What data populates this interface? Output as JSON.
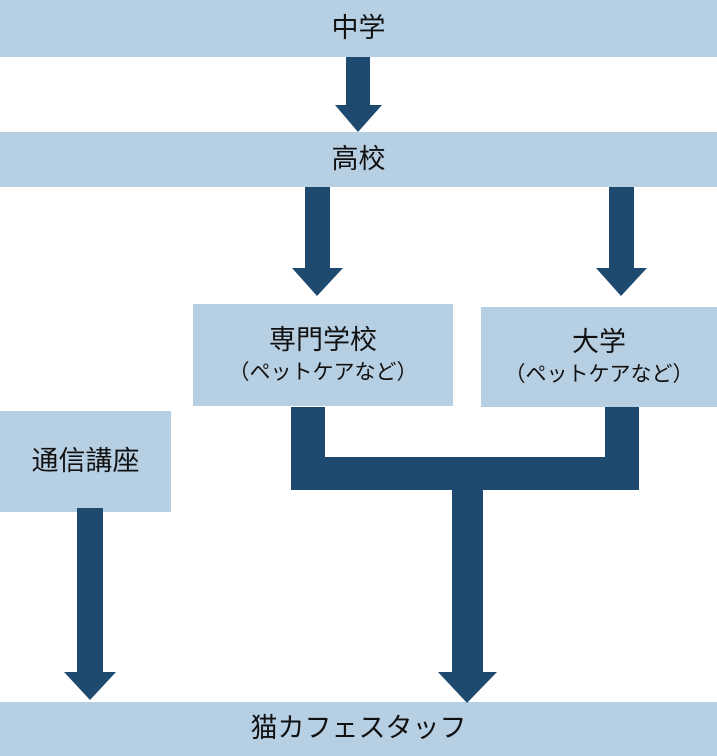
{
  "nodes": {
    "junior_high": "中学",
    "high_school": "高校",
    "vocational": {
      "title": "専門学校",
      "note": "（ペットケアなど）"
    },
    "university": {
      "title": "大学",
      "note": "（ペットケアなど）"
    },
    "correspondence": "通信講座",
    "goal": "猫カフェスタッフ"
  },
  "colors": {
    "box": "#b7cfe3",
    "arrow": "#1f4a70"
  }
}
